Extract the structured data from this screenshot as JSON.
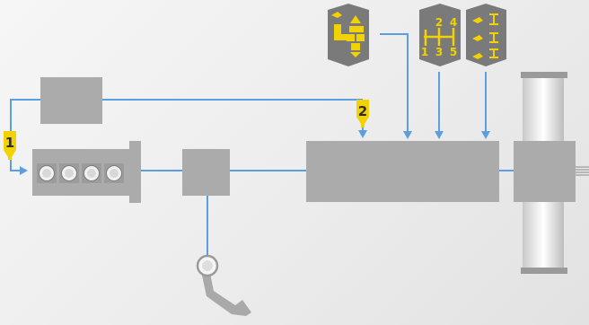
{
  "colors": {
    "background": "#eeeeee",
    "block": "#ababab",
    "line": "#5b9fde",
    "marker": "#f2d200",
    "marker_text": "#2f2f2f",
    "shield": "#7a7a7a"
  },
  "markers": [
    {
      "label": "1"
    },
    {
      "label": "2"
    }
  ],
  "gear_shield": {
    "top_row": [
      "2",
      "4"
    ],
    "bottom_row": [
      "1",
      "3",
      "5"
    ]
  },
  "icons": {
    "shield_left": "terrain-mode-icon",
    "shield_middle": "gear-pattern-icon",
    "shield_right": "speed-control-icon",
    "engine": "engine-cylinders-icon",
    "pedal": "accelerator-pedal-icon",
    "wheel": "wheel-disc-icon"
  }
}
